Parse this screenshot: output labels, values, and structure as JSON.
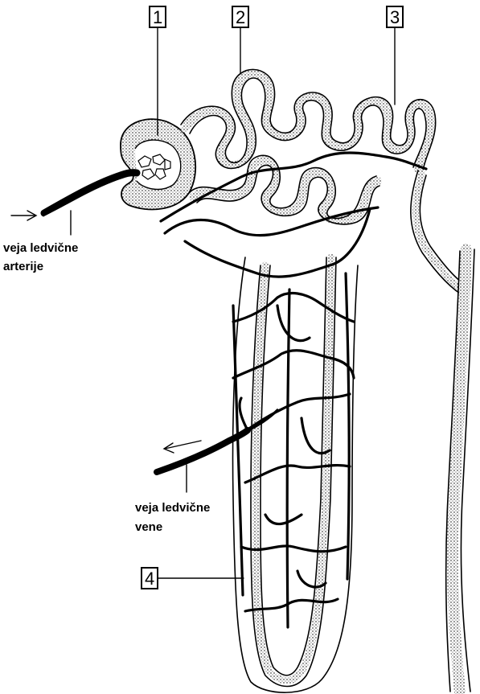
{
  "labels": {
    "number_1": "1",
    "number_2": "2",
    "number_3": "3",
    "number_4": "4",
    "artery_line1": "veja ledvične",
    "artery_line2": "arterije",
    "vein_line1": "veja ledvične",
    "vein_line2": "vene"
  },
  "colors": {
    "ink": "#000000",
    "background": "#ffffff"
  }
}
